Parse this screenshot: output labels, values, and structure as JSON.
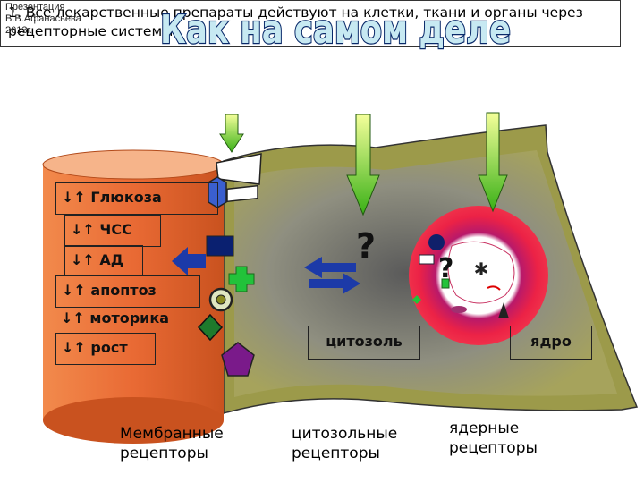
{
  "credit": {
    "line1": "Презентация",
    "line2": "В.В.Афанасьева",
    "line3": "2013г."
  },
  "title": "Как на самом деле",
  "statement": "1. Все лекарственные препараты действуют на клетки, ткани и органы через рецепторные системы.",
  "effects": [
    {
      "arrows": "↓↑",
      "label": "Глюкоза"
    },
    {
      "arrows": "↓↑",
      "label": "ЧСС"
    },
    {
      "arrows": "↓↑",
      "label": "АД"
    },
    {
      "arrows": "↓↑",
      "label": "апоптоз"
    },
    {
      "arrows": "↓↑",
      "label": "моторика"
    },
    {
      "arrows": "↓↑",
      "label": "рост"
    }
  ],
  "zones": {
    "cytosol": "цитозоль",
    "nucleus": "ядро"
  },
  "question_mark": "?",
  "captions": {
    "membrane": [
      "Мембранные",
      "рецепторы"
    ],
    "cytosolic": [
      "цитозольные",
      "рецепторы"
    ],
    "nuclear": [
      "ядерные",
      "рецепторы"
    ]
  },
  "colors": {
    "title_fill": "#c7e9f2",
    "cylinder": "#e8733a",
    "cell_body": "#9c9a4a",
    "cytoplasm_center": "#6a6a6a",
    "nucleus_ring": "#e8214e",
    "arrow_fill": "#b7f23a"
  }
}
